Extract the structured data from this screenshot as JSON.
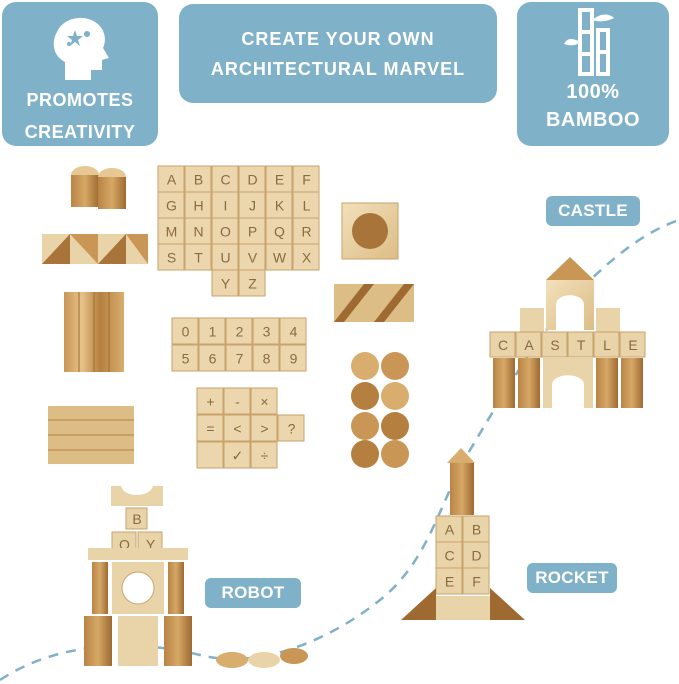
{
  "panels": {
    "creativity": {
      "line1": "PROMOTES",
      "line2": "CREATIVITY",
      "icon": "head-stars-icon"
    },
    "headline": {
      "line1": "CREATE YOUR OWN",
      "line2": "ARCHITECTURAL MARVEL"
    },
    "bamboo": {
      "line1": "100%",
      "line2": "BAMBOO",
      "icon": "bamboo-icon"
    }
  },
  "tags": {
    "castle": "CASTLE",
    "robot": "ROBOT",
    "rocket": "ROCKET"
  },
  "blocks": {
    "alphabet": [
      "A",
      "B",
      "C",
      "D",
      "E",
      "F",
      "G",
      "H",
      "I",
      "J",
      "K",
      "L",
      "M",
      "N",
      "O",
      "P",
      "Q",
      "R",
      "S",
      "T",
      "U",
      "V",
      "W",
      "X",
      "Y",
      "Z"
    ],
    "numbers": [
      "0",
      "1",
      "2",
      "3",
      "4",
      "5",
      "6",
      "7",
      "8",
      "9"
    ],
    "symbols": [
      "+",
      "-",
      "×",
      "=",
      "<",
      ">",
      "?",
      "✓",
      "÷"
    ],
    "castle_word": [
      "C",
      "A",
      "S",
      "T",
      "L",
      "E"
    ],
    "robot_word": [
      "B",
      "O",
      "Y"
    ],
    "rocket_letters": [
      "A",
      "B",
      "C",
      "D",
      "E",
      "F"
    ]
  },
  "colors": {
    "accent": "#7fb1c9",
    "wood_light": "#e9d3a8",
    "wood_dark": "#a8743a"
  }
}
